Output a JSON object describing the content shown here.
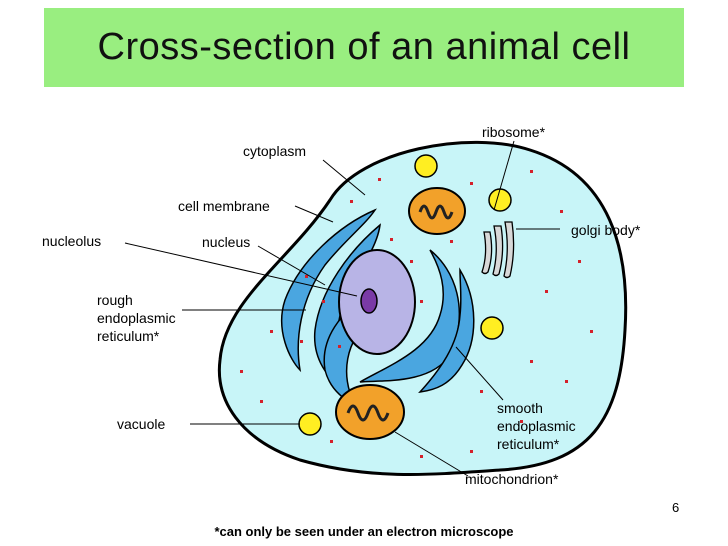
{
  "title": "Cross-section of an animal cell",
  "labels": {
    "ribosome": "ribosome*",
    "cytoplasm": "cytoplasm",
    "cell_membrane": "cell membrane",
    "golgi_body": "golgi body*",
    "nucleolus": "nucleolus",
    "nucleus": "nucleus",
    "rough_er": [
      "rough",
      "endoplasmic",
      "reticulum*"
    ],
    "vacuole": "vacuole",
    "smooth_er": [
      "smooth",
      "endoplasmic",
      "reticulum*"
    ],
    "mitochondrion": "mitochondrion*"
  },
  "footnote": "*can only be seen under an electron microscope",
  "page_number": "6",
  "colors": {
    "title_bar": "#99ee80",
    "cytoplasm": "#c8f5f8",
    "er": "#4aa6e0",
    "nucleus": "#b8b4e6",
    "nucleolus": "#7a3aa6",
    "mitochondrion": "#f2a12a",
    "vacuole": "#ffee22",
    "ribosome": "#d4202a"
  }
}
